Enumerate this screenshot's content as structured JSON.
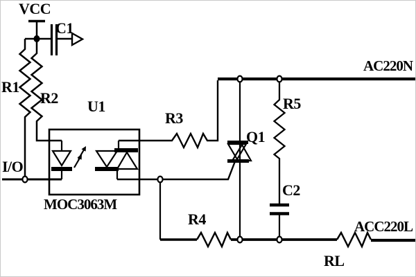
{
  "figure": {
    "type": "circuit-schematic",
    "description": "Optocoupler MOC3063M driving a triac for AC 220V switching"
  },
  "labels": {
    "vcc": "VCC",
    "c1": "C1",
    "r1": "R1",
    "r2": "R2",
    "u1": "U1",
    "io": "I/O",
    "u1_part": "MOC3063M",
    "r3": "R3",
    "q1": "Q1",
    "r5": "R5",
    "c2": "C2",
    "r4": "R4",
    "rl": "RL",
    "ac_neutral": "AC220N",
    "ac_line": "ACC220L"
  },
  "components": [
    {
      "designator": "R1",
      "type": "resistor"
    },
    {
      "designator": "R2",
      "type": "resistor"
    },
    {
      "designator": "R3",
      "type": "resistor"
    },
    {
      "designator": "R4",
      "type": "resistor"
    },
    {
      "designator": "R5",
      "type": "resistor"
    },
    {
      "designator": "RL",
      "type": "resistor"
    },
    {
      "designator": "C1",
      "type": "capacitor"
    },
    {
      "designator": "C2",
      "type": "capacitor"
    },
    {
      "designator": "U1",
      "type": "optocoupler",
      "part": "MOC3063M"
    },
    {
      "designator": "Q1",
      "type": "triac"
    }
  ],
  "colors": {
    "line": "#000000",
    "background": "#ffffff"
  }
}
